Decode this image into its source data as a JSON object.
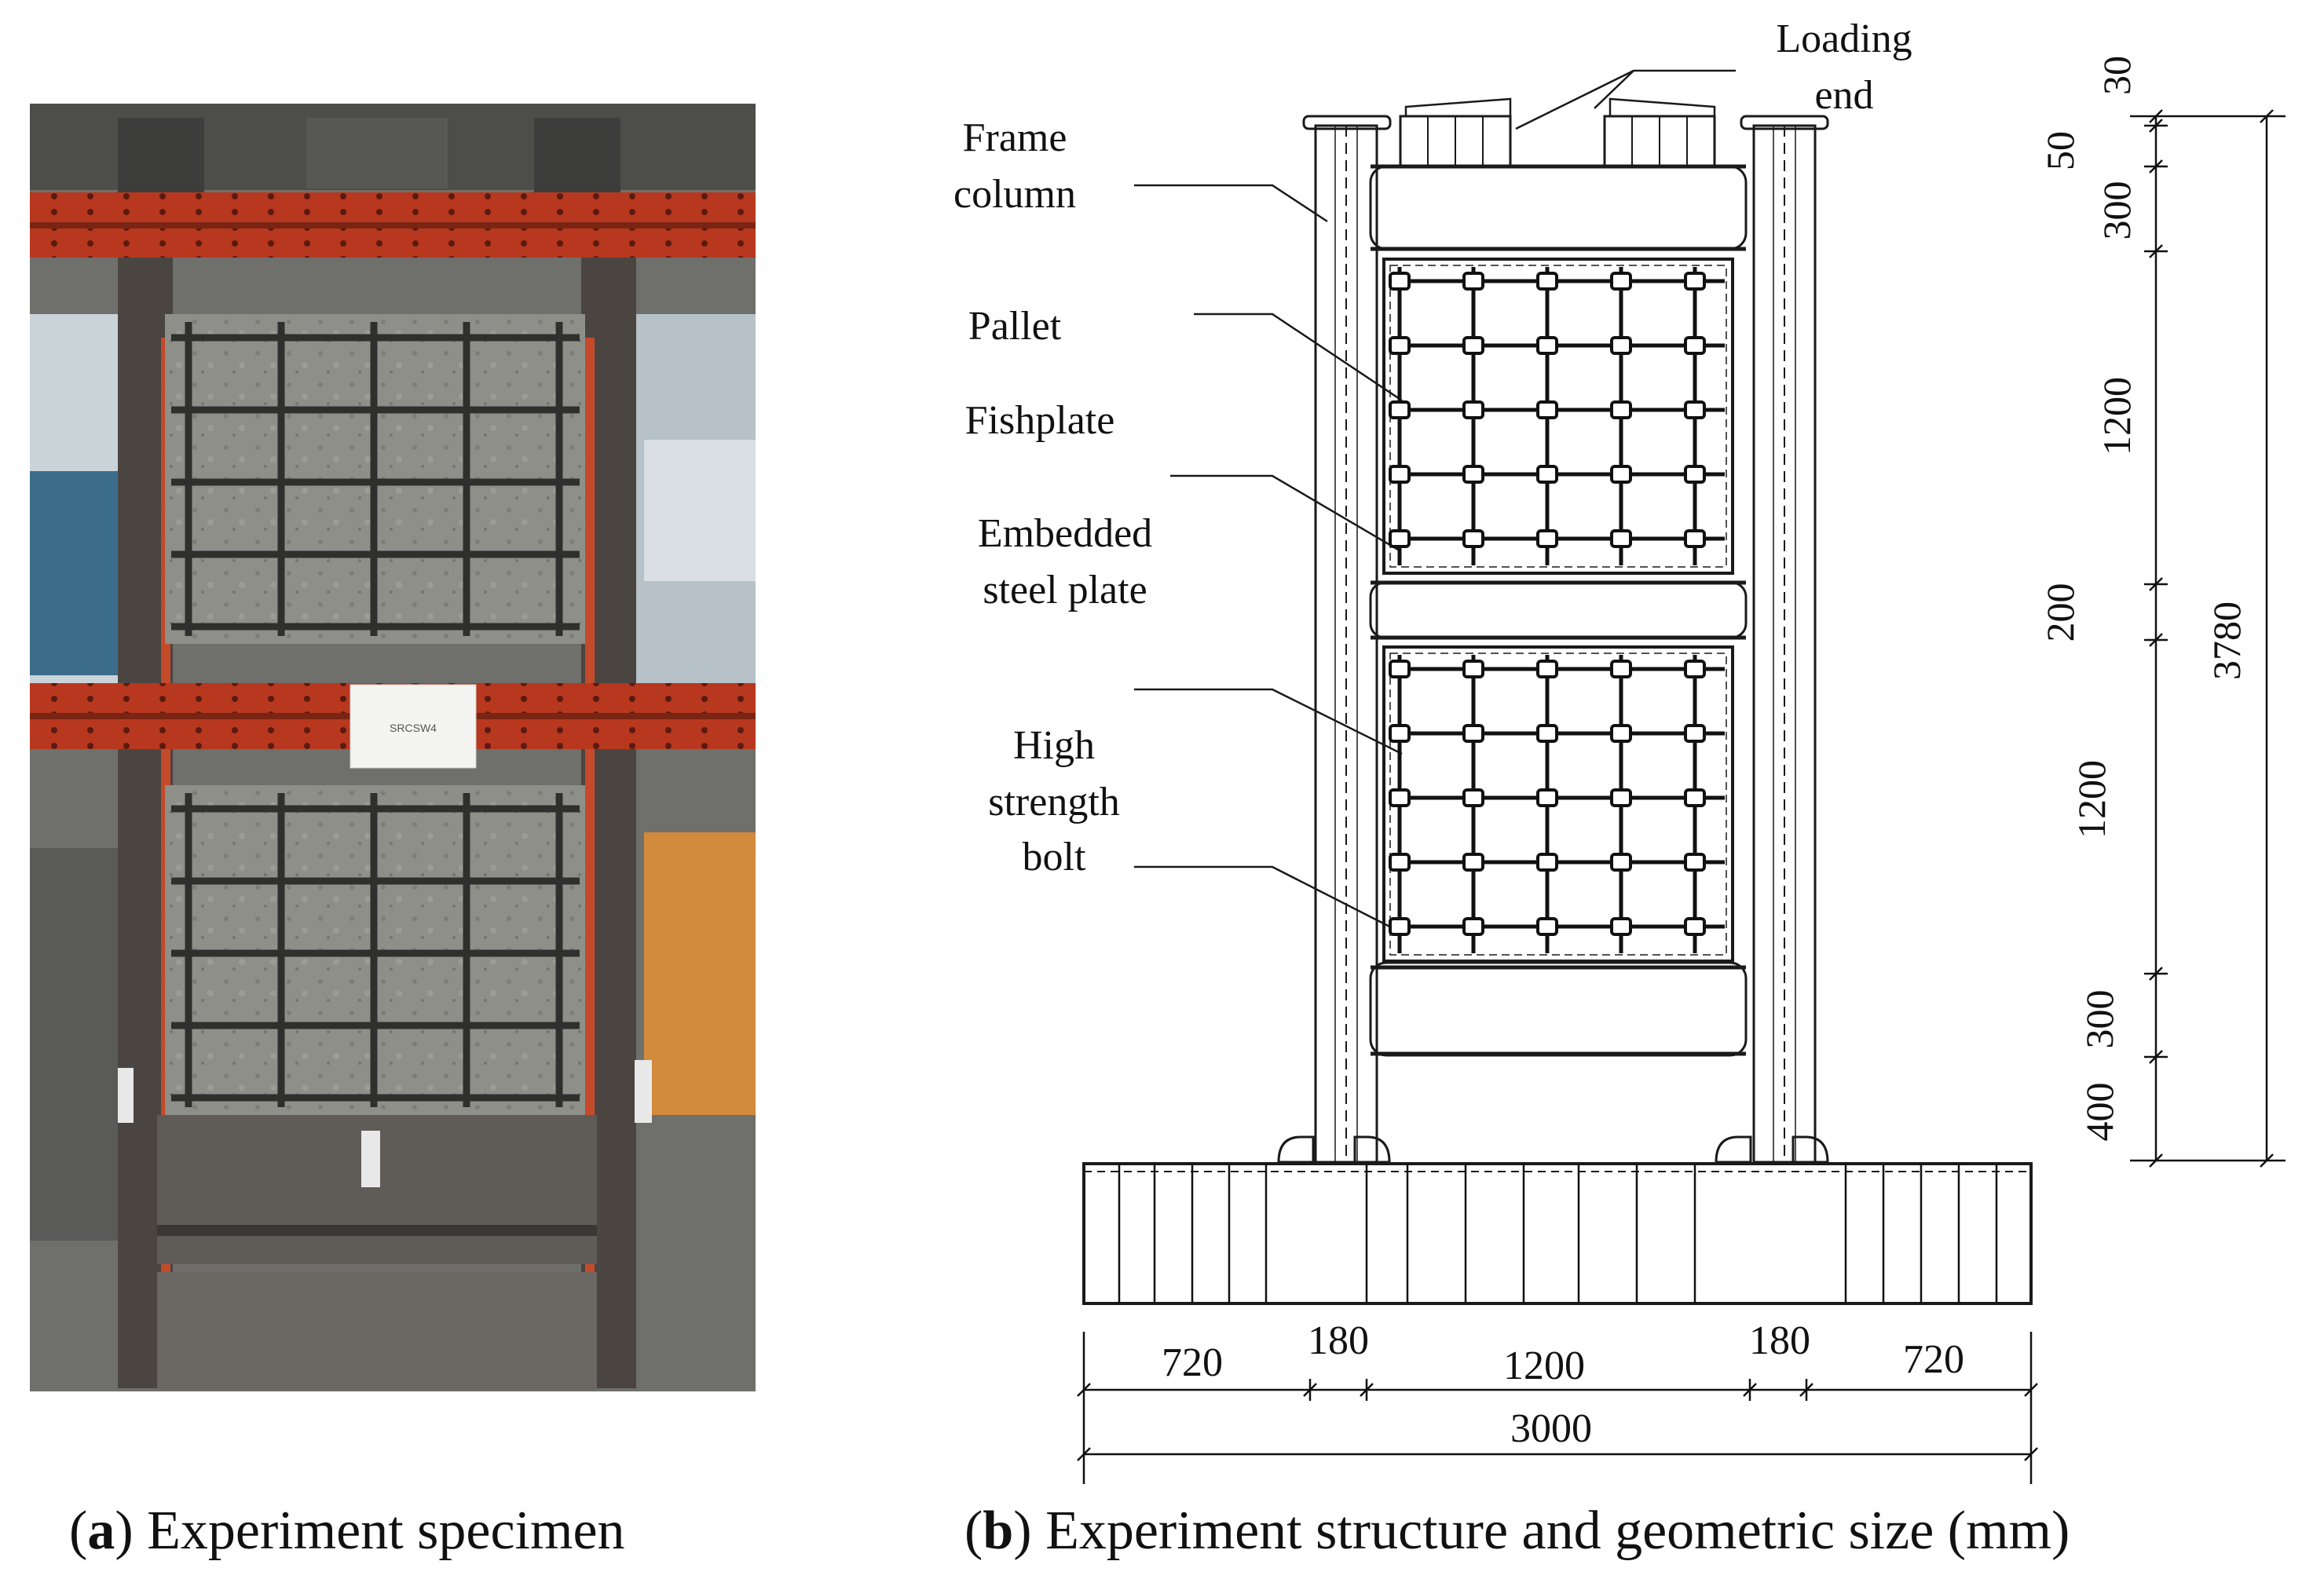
{
  "panel_a": {
    "caption_letter": "a",
    "caption_text": " Experiment specimen",
    "sign_text": "SRCSW4"
  },
  "panel_b": {
    "caption_letter": "b",
    "caption_text": " Experiment structure and geometric size (mm)",
    "labels": {
      "loading_end_line1": "Loading",
      "loading_end_line2": "end",
      "frame_column_line1": "Frame",
      "frame_column_line2": "column",
      "pallet": "Pallet",
      "fishplate": "Fishplate",
      "embedded_line1": "Embedded",
      "embedded_line2": "steel plate",
      "bolt_line1": "High",
      "bolt_line2": "strength",
      "bolt_line3": "bolt"
    },
    "bottom_dims": {
      "d720_left": "720",
      "d180_left": "180",
      "d1200": "1200",
      "d180_right": "180",
      "d720_right": "720",
      "d3000": "3000"
    },
    "right_dims": {
      "d30": "30",
      "d50": "50",
      "d300_top": "300",
      "d1200_top": "1200",
      "d200": "200",
      "d1200_bottom": "1200",
      "d300_bottom": "300",
      "d400": "400",
      "d3780": "3780"
    }
  }
}
